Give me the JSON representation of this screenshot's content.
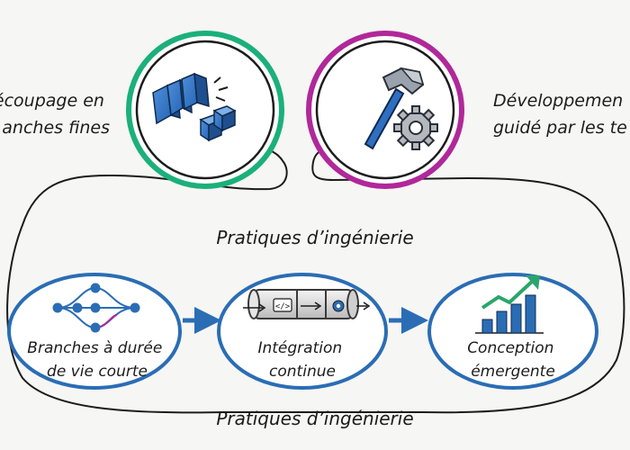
{
  "top_left": {
    "label_line1": "écoupage en",
    "label_line2": "anches fines",
    "ring_color": "#1bb07a",
    "icon": "sliced-blocks-icon"
  },
  "top_right": {
    "label_line1": "Développemen",
    "label_line2": "guidé par les te",
    "ring_color": "#b0289a",
    "icon": "hammer-gear-icon"
  },
  "banner_top": "Pratiques d’ingénierie",
  "banner_bottom": "Pratiques d’ingénierie",
  "steps": [
    {
      "label_line1": "Branches à durée",
      "label_line2": "de vie courte",
      "icon": "branching-graph-icon"
    },
    {
      "label_line1": "Intégration",
      "label_line2": "continue",
      "icon": "pipeline-icon"
    },
    {
      "label_line1": "Conception",
      "label_line2": "émergente",
      "icon": "growth-chart-icon"
    }
  ],
  "colors": {
    "blue": "#2a6db5",
    "ink": "#1c1c1c"
  }
}
